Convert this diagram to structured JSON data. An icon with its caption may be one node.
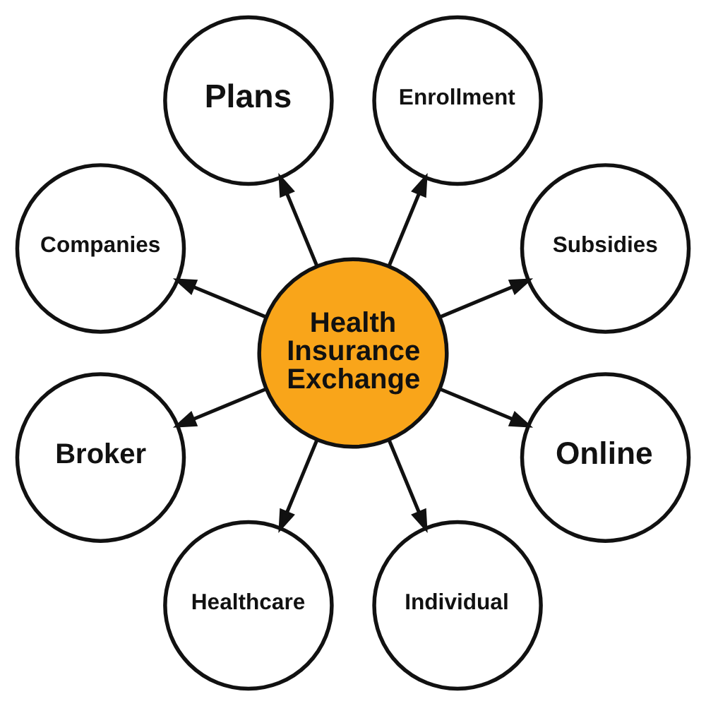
{
  "diagram": {
    "nodes": [
      {
        "text": [
          "Plans"
        ]
      },
      {
        "text": [
          "Companies"
        ]
      },
      {
        "text": [
          "Enrollment"
        ]
      },
      {
        "text": [
          "Broker"
        ]
      },
      {
        "text": [
          "Health Insurance Exchange"
        ]
      },
      {
        "text": [
          "Subsidies"
        ]
      },
      {
        "text": [
          "Healthcare"
        ]
      },
      {
        "text": [
          "Online"
        ]
      },
      {
        "text": [
          "Individual"
        ]
      }
    ],
    "edges": [
      {
        "from": 4,
        "to": 0,
        "arrow": "to"
      },
      {
        "from": 4,
        "to": 2,
        "arrow": "to"
      },
      {
        "from": 4,
        "to": 5,
        "arrow": "to"
      },
      {
        "from": 4,
        "to": 7,
        "arrow": "to"
      },
      {
        "from": 4,
        "to": 8,
        "arrow": "to"
      },
      {
        "from": 4,
        "to": 6,
        "arrow": "to"
      },
      {
        "from": 4,
        "to": 3,
        "arrow": "to"
      },
      {
        "from": 4,
        "to": 1,
        "arrow": "to"
      }
    ]
  }
}
